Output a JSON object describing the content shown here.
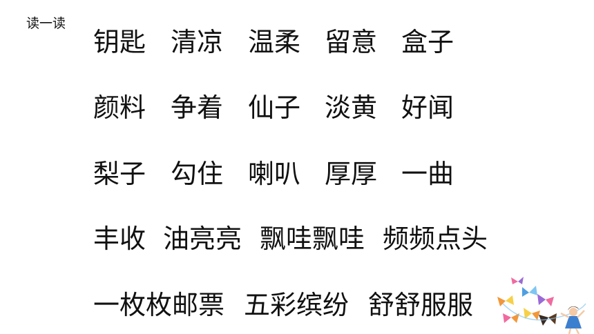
{
  "title": "读一读",
  "rows": [
    {
      "words": [
        "钥匙",
        "清凉",
        "温柔",
        "留意",
        "盒子"
      ]
    },
    {
      "words": [
        "颜料",
        "争着",
        "仙子",
        "淡黄",
        "好闻"
      ]
    },
    {
      "words": [
        "梨子",
        "勾住",
        "喇叭",
        "厚厚",
        "一曲"
      ]
    },
    {
      "words": [
        "丰收",
        "油亮亮",
        "飘哇飘哇",
        "频频点头"
      ]
    },
    {
      "words": [
        "一枚枚邮票",
        "五彩缤纷",
        "舒舒服服"
      ]
    }
  ],
  "decoration": {
    "icon": "girl-with-butterflies-illustration",
    "colors": {
      "butterfly_pink": "#f06aa0",
      "butterfly_orange": "#f2973a",
      "butterfly_blue": "#4f9fe0",
      "butterfly_yellow": "#f7d048",
      "butterfly_purple": "#9a6ad6",
      "dress_blue": "#3d7fcf",
      "skin": "#f5c9a5",
      "hair": "#5a3a22"
    }
  }
}
